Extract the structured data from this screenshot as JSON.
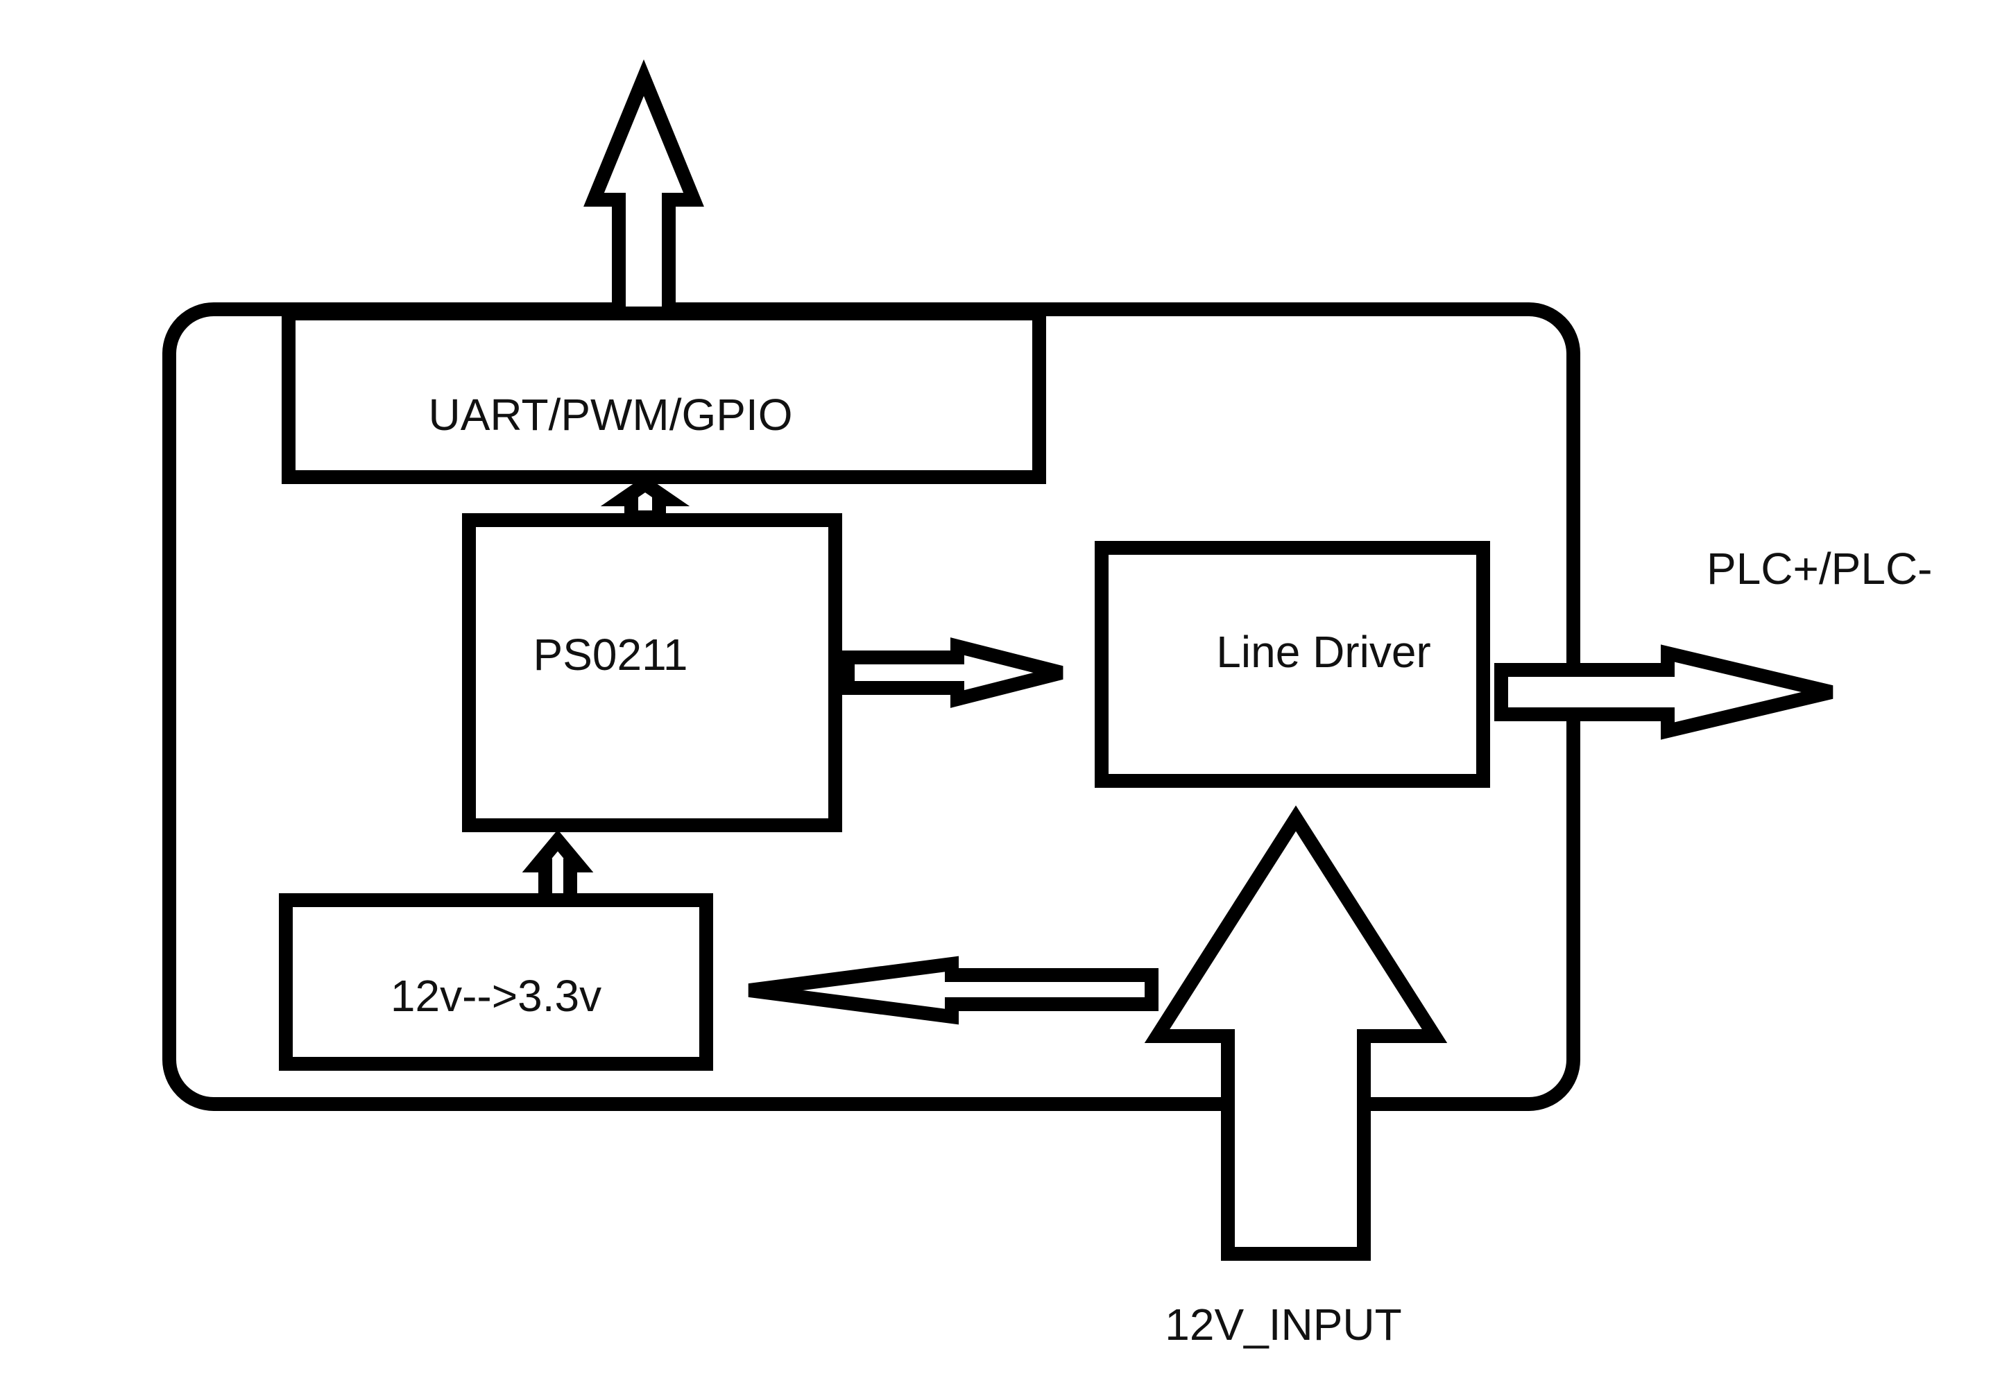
{
  "blocks": {
    "interface": "UART/PWM/GPIO",
    "mcu": "PS0211",
    "line_driver": "Line Driver",
    "regulator": "12v-->3.3v"
  },
  "external": {
    "plc_output": "PLC+/PLC-",
    "power_input": "12V_INPUT"
  },
  "colors": {
    "stroke": "#000000",
    "background": "#ffffff"
  }
}
